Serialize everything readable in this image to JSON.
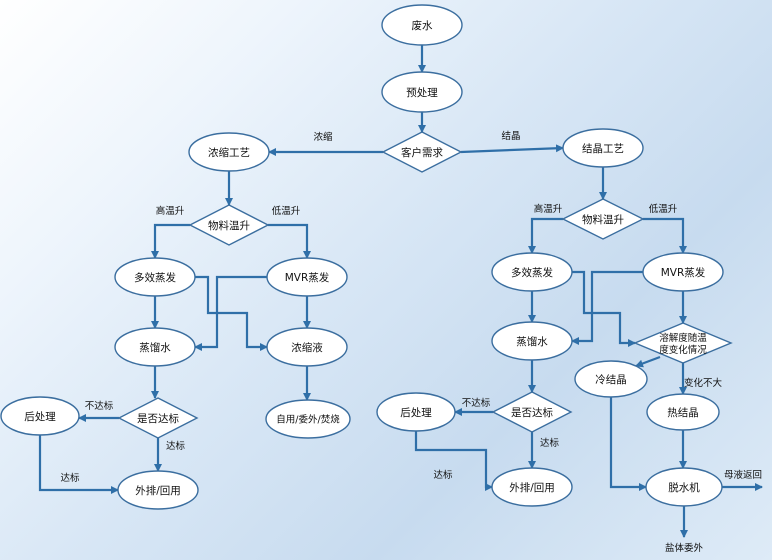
{
  "diagram": {
    "colors": {
      "edge": "#2f6fa8",
      "node_fill": "#ffffff",
      "node_stroke": "#3b6e9f",
      "text": "#111111"
    },
    "nodes": [
      {
        "id": "waste_water",
        "shape": "ellipse",
        "label": "废水"
      },
      {
        "id": "pretreat",
        "shape": "ellipse",
        "label": "预处理"
      },
      {
        "id": "client_req",
        "shape": "diamond",
        "label": "客户需求"
      },
      {
        "id": "conc_proc",
        "shape": "ellipse",
        "label": "浓缩工艺"
      },
      {
        "id": "cryst_proc",
        "shape": "ellipse",
        "label": "结晶工艺"
      },
      {
        "id": "temp_rise_l",
        "shape": "diamond",
        "label": "物料温升"
      },
      {
        "id": "multi_evap_l",
        "shape": "ellipse",
        "label": "多效蒸发"
      },
      {
        "id": "mvr_l",
        "shape": "ellipse",
        "label": "MVR蒸发"
      },
      {
        "id": "distill_l",
        "shape": "ellipse",
        "label": "蒸馏水"
      },
      {
        "id": "conc_liquid",
        "shape": "ellipse",
        "label": "浓缩液"
      },
      {
        "id": "meet_std_l",
        "shape": "diamond",
        "label": "是否达标"
      },
      {
        "id": "post_l",
        "shape": "ellipse",
        "label": "后处理"
      },
      {
        "id": "discharge_l",
        "shape": "ellipse",
        "label": "外排/回用"
      },
      {
        "id": "self_use",
        "shape": "ellipse",
        "label": "自用/委外/焚烧"
      },
      {
        "id": "temp_rise_r",
        "shape": "diamond",
        "label": "物料温升"
      },
      {
        "id": "multi_evap_r",
        "shape": "ellipse",
        "label": "多效蒸发"
      },
      {
        "id": "mvr_r",
        "shape": "ellipse",
        "label": "MVR蒸发"
      },
      {
        "id": "distill_r",
        "shape": "ellipse",
        "label": "蒸馏水"
      },
      {
        "id": "solubility",
        "shape": "diamond",
        "label": "溶解度随温度变化情况"
      },
      {
        "id": "cool_cryst",
        "shape": "ellipse",
        "label": "冷结晶"
      },
      {
        "id": "hot_cryst",
        "shape": "ellipse",
        "label": "热结晶"
      },
      {
        "id": "meet_std_r",
        "shape": "diamond",
        "label": "是否达标"
      },
      {
        "id": "post_r",
        "shape": "ellipse",
        "label": "后处理"
      },
      {
        "id": "discharge_r",
        "shape": "ellipse",
        "label": "外排/回用"
      },
      {
        "id": "dewater",
        "shape": "ellipse",
        "label": "脱水机"
      }
    ],
    "edge_labels": [
      {
        "id": "lbl_conc",
        "text": "浓缩"
      },
      {
        "id": "lbl_cryst",
        "text": "结晶"
      },
      {
        "id": "lbl_high_l",
        "text": "高温升"
      },
      {
        "id": "lbl_low_l",
        "text": "低温升"
      },
      {
        "id": "lbl_fail_l",
        "text": "不达标"
      },
      {
        "id": "lbl_pass_l",
        "text": "达标"
      },
      {
        "id": "lbl_pass_post_l",
        "text": "达标"
      },
      {
        "id": "lbl_high_r",
        "text": "高温升"
      },
      {
        "id": "lbl_low_r",
        "text": "低温升"
      },
      {
        "id": "lbl_small_change",
        "text": "变化不大"
      },
      {
        "id": "lbl_fail_r",
        "text": "不达标"
      },
      {
        "id": "lbl_pass_r",
        "text": "达标"
      },
      {
        "id": "lbl_pass_post_r",
        "text": "达标"
      },
      {
        "id": "lbl_mother",
        "text": "母液返回"
      },
      {
        "id": "lbl_salt",
        "text": "盐体委外"
      }
    ],
    "edges": [
      {
        "id": "e1",
        "from": "waste_water",
        "to": "pretreat"
      },
      {
        "id": "e2",
        "from": "pretreat",
        "to": "client_req"
      },
      {
        "id": "e3",
        "from": "client_req",
        "to": "conc_proc",
        "label": "lbl_conc"
      },
      {
        "id": "e4",
        "from": "client_req",
        "to": "cryst_proc",
        "label": "lbl_cryst"
      },
      {
        "id": "e5",
        "from": "conc_proc",
        "to": "temp_rise_l"
      },
      {
        "id": "e6",
        "from": "temp_rise_l",
        "to": "multi_evap_l",
        "label": "lbl_high_l"
      },
      {
        "id": "e7",
        "from": "temp_rise_l",
        "to": "mvr_l",
        "label": "lbl_low_l"
      },
      {
        "id": "e8",
        "from": "multi_evap_l",
        "to": "distill_l"
      },
      {
        "id": "e9",
        "from": "multi_evap_l",
        "to": "conc_liquid"
      },
      {
        "id": "e10",
        "from": "mvr_l",
        "to": "distill_l"
      },
      {
        "id": "e11",
        "from": "mvr_l",
        "to": "conc_liquid"
      },
      {
        "id": "e12",
        "from": "distill_l",
        "to": "meet_std_l"
      },
      {
        "id": "e13",
        "from": "conc_liquid",
        "to": "self_use"
      },
      {
        "id": "e14",
        "from": "meet_std_l",
        "to": "post_l",
        "label": "lbl_fail_l"
      },
      {
        "id": "e15",
        "from": "meet_std_l",
        "to": "discharge_l",
        "label": "lbl_pass_l"
      },
      {
        "id": "e16",
        "from": "post_l",
        "to": "discharge_l",
        "label": "lbl_pass_post_l"
      },
      {
        "id": "e17",
        "from": "cryst_proc",
        "to": "temp_rise_r"
      },
      {
        "id": "e18",
        "from": "temp_rise_r",
        "to": "multi_evap_r",
        "label": "lbl_high_r"
      },
      {
        "id": "e19",
        "from": "temp_rise_r",
        "to": "mvr_r",
        "label": "lbl_low_r"
      },
      {
        "id": "e20",
        "from": "multi_evap_r",
        "to": "distill_r"
      },
      {
        "id": "e21",
        "from": "multi_evap_r",
        "to": "solubility"
      },
      {
        "id": "e22",
        "from": "mvr_r",
        "to": "distill_r"
      },
      {
        "id": "e23",
        "from": "mvr_r",
        "to": "solubility"
      },
      {
        "id": "e24",
        "from": "solubility",
        "to": "cool_cryst"
      },
      {
        "id": "e25",
        "from": "solubility",
        "to": "hot_cryst",
        "label": "lbl_small_change"
      },
      {
        "id": "e26",
        "from": "distill_r",
        "to": "meet_std_r"
      },
      {
        "id": "e27",
        "from": "meet_std_r",
        "to": "post_r",
        "label": "lbl_fail_r"
      },
      {
        "id": "e28",
        "from": "meet_std_r",
        "to": "discharge_r",
        "label": "lbl_pass_r"
      },
      {
        "id": "e29",
        "from": "post_r",
        "to": "discharge_r",
        "label": "lbl_pass_post_r"
      },
      {
        "id": "e30",
        "from": "cool_cryst",
        "to": "dewater"
      },
      {
        "id": "e31",
        "from": "hot_cryst",
        "to": "dewater"
      },
      {
        "id": "e32",
        "from": "dewater",
        "to": "mother_out",
        "label": "lbl_mother"
      },
      {
        "id": "e33",
        "from": "dewater",
        "to": "salt_out",
        "label": "lbl_salt"
      }
    ]
  }
}
